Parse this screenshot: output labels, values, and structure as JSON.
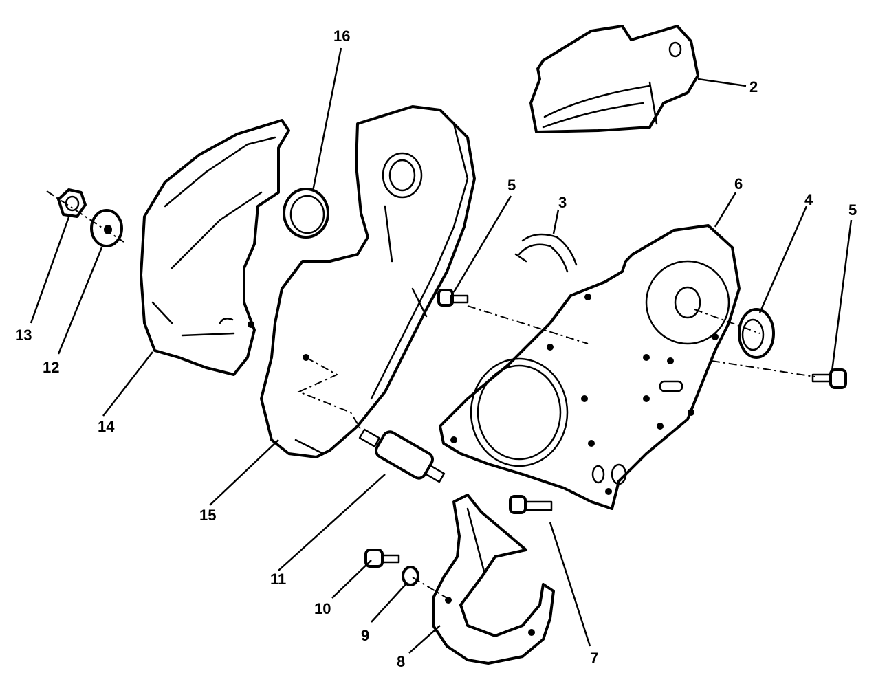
{
  "callouts": {
    "c2": "2",
    "c3": "3",
    "c4": "4",
    "c5a": "5",
    "c5b": "5",
    "c6": "6",
    "c7": "7",
    "c8": "8",
    "c9": "9",
    "c10": "10",
    "c11": "11",
    "c12": "12",
    "c13": "13",
    "c14": "14",
    "c15": "15",
    "c16": "16"
  },
  "colors": {
    "ink": "#000000",
    "paper": "#ffffff"
  }
}
